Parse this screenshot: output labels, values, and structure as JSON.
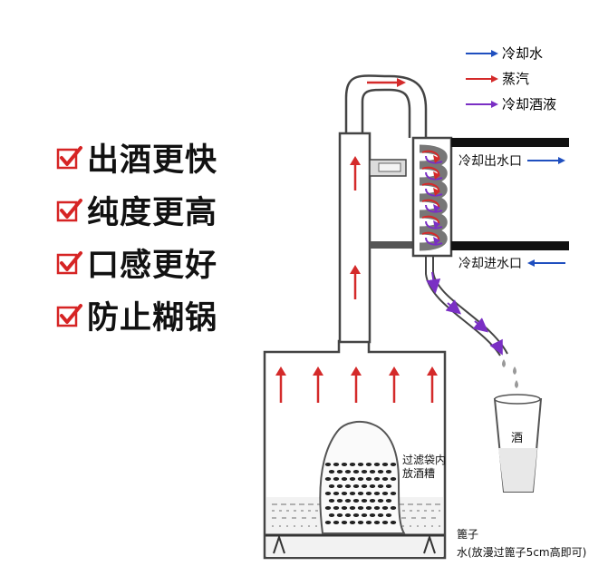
{
  "features": [
    {
      "label": "出酒更快"
    },
    {
      "label": "纯度更高"
    },
    {
      "label": "口感更好"
    },
    {
      "label": "防止糊锅"
    }
  ],
  "legend": [
    {
      "label": "冷却水",
      "color": "#1f4fbf"
    },
    {
      "label": "蒸汽",
      "color": "#d42a2a"
    },
    {
      "label": "冷却酒液",
      "color": "#7a2fc4"
    }
  ],
  "labels": {
    "water_out": "冷却出水口",
    "water_in": "冷却进水口",
    "filter_bag_line1": "过滤袋内",
    "filter_bag_line2": "放酒糟",
    "steamer": "篦子",
    "water_note": "水(放漫过篦子5cm高即可)",
    "cup": "酒"
  },
  "colors": {
    "check": "#d62424",
    "steam": "#d42a2a",
    "cooling_water": "#1f4fbf",
    "liquor": "#7a2fc4"
  }
}
